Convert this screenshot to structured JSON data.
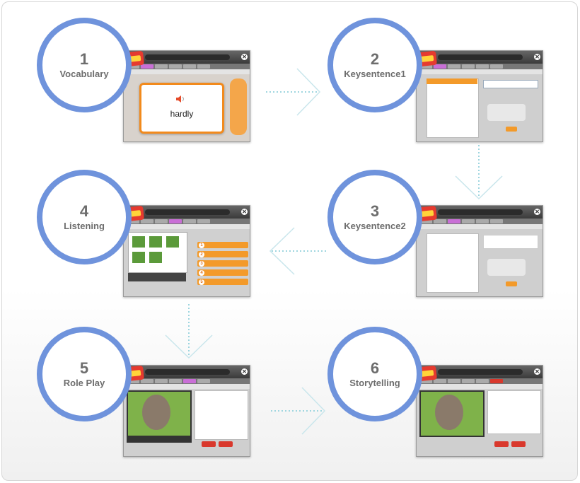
{
  "steps": [
    {
      "num": "1",
      "label": "Vocabulary"
    },
    {
      "num": "2",
      "label": "Keysentence1"
    },
    {
      "num": "3",
      "label": "Keysentence2"
    },
    {
      "num": "4",
      "label": "Listening"
    },
    {
      "num": "5",
      "label": "Role Play"
    },
    {
      "num": "6",
      "label": "Storytelling"
    }
  ],
  "vocab_word": "hardly",
  "listening_rows": [
    "1",
    "2",
    "3",
    "4",
    "5"
  ],
  "close_glyph": "✕",
  "colors": {
    "circle_border": "#6f93dc",
    "card_border": "#f28a1c",
    "arrow": "#9fd6e0"
  }
}
